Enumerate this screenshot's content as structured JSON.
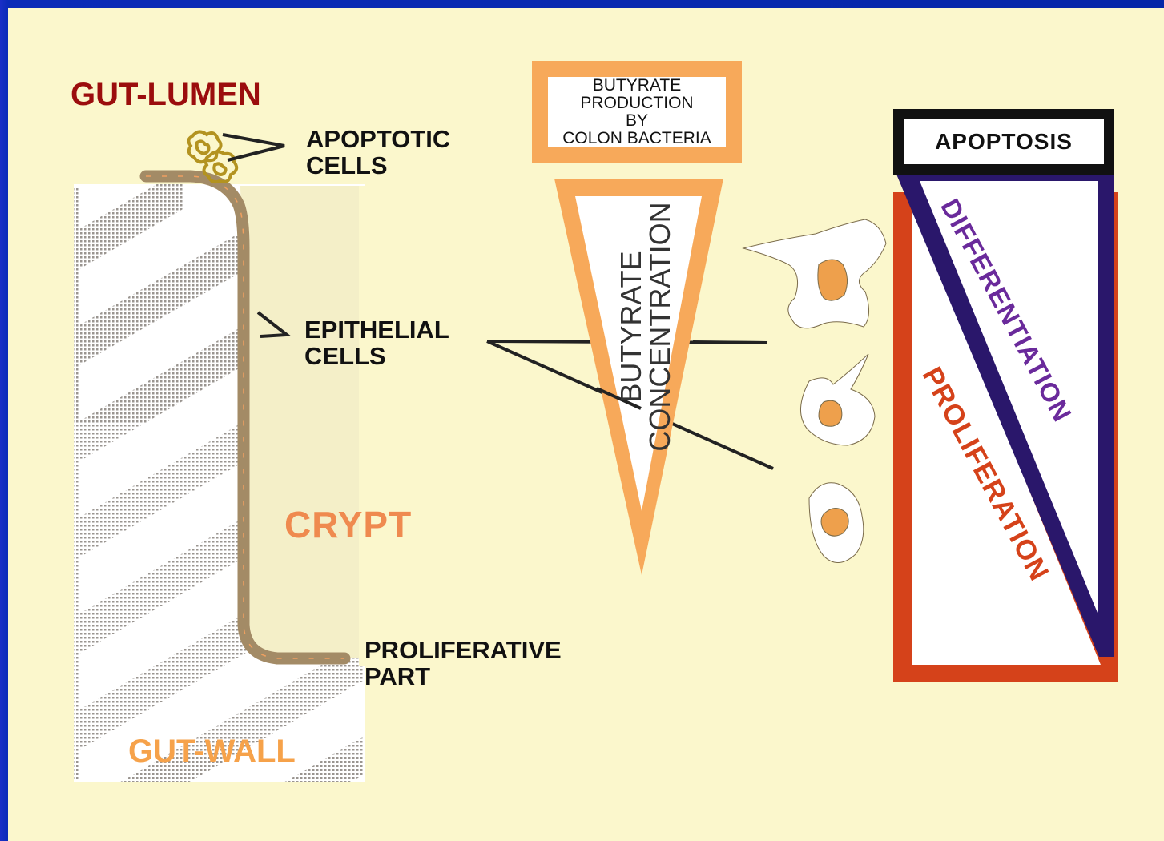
{
  "labels": {
    "gut_lumen": "GUT-LUMEN",
    "apoptotic_cells": "APOPTOTIC\nCELLS",
    "epithelial_cells": "EPITHELIAL\nCELLS",
    "crypt": "CRYPT",
    "proliferative_part": "PROLIFERATIVE\nPART",
    "gut_wall": "GUT-WALL"
  },
  "butyrate_box": {
    "text": "BUTYRATE\nPRODUCTION\nBY\nCOLON BACTERIA"
  },
  "concentration_wedge": {
    "text": "BUTYRATE\nCONCENTRATION"
  },
  "gradient_bar": {
    "top_label": "APOPTOSIS",
    "differentiation": "DIFFERENTIATION",
    "proliferation": "PROLIFERATION"
  },
  "colors": {
    "slide_bg": "#fbf7cc",
    "border_blue": "#0526a8",
    "gut_lumen": "#9b0d0d",
    "orange": "#f7a95a",
    "crypt": "#ef8a4f",
    "epithelium": "#a38b66",
    "differentiation": "#2a176b",
    "proliferation": "#d5421a"
  }
}
